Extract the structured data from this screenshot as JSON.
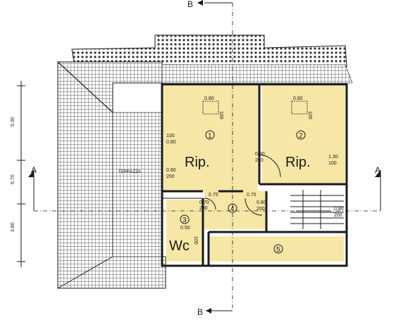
{
  "section_marks": {
    "a_left": "A",
    "a_right": "A",
    "b_top": "B",
    "b_bottom": "B"
  },
  "dimensions": {
    "d1": "5.30",
    "d2": "6.70",
    "d3": "3.80"
  },
  "terrace_label": "TERRAZZA",
  "rooms": [
    {
      "number": "1",
      "label": "Rip."
    },
    {
      "number": "2",
      "label": "Rip."
    },
    {
      "number": "3",
      "label": "Wc"
    },
    {
      "number": "4",
      "label": ""
    },
    {
      "number": "5",
      "label": ""
    }
  ],
  "openings": {
    "r1_top": "0.80",
    "r1_top_h": "100",
    "r2_top": "0.80",
    "r2_top_h": "100",
    "r1_left_a": "100",
    "r1_left_b": "0.80",
    "r1_left2_a": "0.80",
    "r1_left2_b": "200",
    "r1_door_a": "0.80",
    "r1_door_b": "200",
    "r2_right_a": "1.30",
    "r2_right_b": "100",
    "door_075a": "0.75",
    "door_075b": "0.75",
    "wc_door_a": "0.70",
    "wc_door_b": "200",
    "corr_door_a": "0.80",
    "corr_door_b": "200",
    "stair_door_a": "0.80",
    "stair_door_b": "200",
    "wc_win_a": "0.50",
    "wc_win_b": "100"
  },
  "colors": {
    "room_fill": "#f7e7a6",
    "line": "#1a1a1a",
    "roof_hatch": "#555555"
  }
}
